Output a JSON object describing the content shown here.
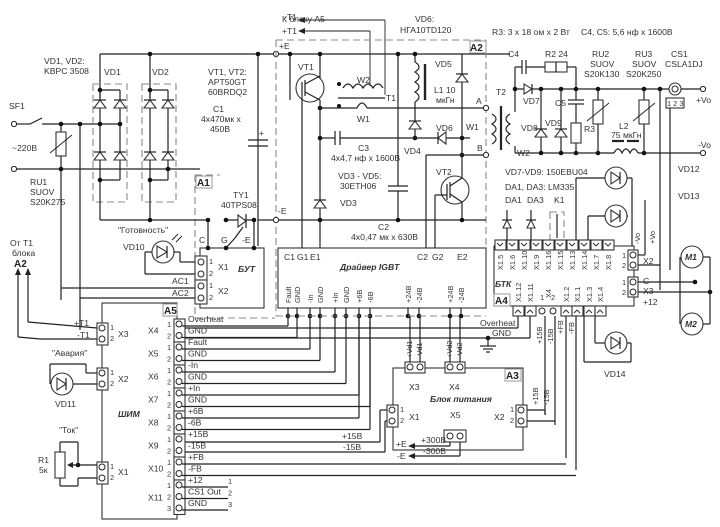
{
  "title": "Welding inverter power circuit schematic",
  "top_refs": {
    "to_block": "К блоку А5",
    "t1_minus": "-T1",
    "t1_plus": "+T1",
    "plus_e": "+E",
    "minus_e": "-E",
    "vd6_note": "VD6:",
    "vd6_part": "НГА10ТD120",
    "r3_note": "R3: 3 х 18 ом х 2 Вт",
    "c4c5_note": "C4, C5: 5,6 нф х 1600В"
  },
  "input": {
    "sf1": "SF1",
    "mains": "~220В",
    "ru1": [
      "RU1",
      "SUOV",
      "S20K275"
    ],
    "vd1vd2_note": [
      "VD1, VD2:",
      "KBPC 3508"
    ],
    "vd1": "VD1",
    "vd2": "VD2",
    "vt_note": [
      "VT1, VT2:",
      "APT50GT",
      "60BRDQ2"
    ],
    "c1": [
      "C1",
      "4х470мк х",
      "450В"
    ],
    "from_t1": [
      "От Т1",
      "блока",
      "А2"
    ]
  },
  "a1": {
    "label": "A1",
    "ty1": [
      "TY1",
      "40TPS08"
    ],
    "pins_top": [
      "C",
      "G",
      "-E"
    ],
    "name": "БУТ",
    "x1": "X1",
    "x2": "X2",
    "ac1": "AC1",
    "ac2": "AC2",
    "led_caption": "\"Готовность\"",
    "vd10": "VD10"
  },
  "a2": {
    "label": "A2",
    "vt1": "VT1",
    "vt2": "VT2",
    "w1": "W1",
    "w2": "W2",
    "t1": "T1",
    "vd5": "VD5",
    "vd4": "VD4",
    "vd6": "VD6",
    "vd3": "VD3",
    "l1": [
      "L1 10",
      "мкГн"
    ],
    "c3": [
      "C3",
      "4х4,7 нф х 1600В"
    ],
    "vd3_5_note": [
      "VD3 - VD5:",
      "30ETH06"
    ],
    "c2": [
      "C2",
      "4х0,47 мк х 630В"
    ],
    "node_a": "A",
    "node_b": "B",
    "driver_name": "Драйвер IGBT",
    "driver_top_pins": [
      "C1",
      "G1",
      "E1",
      "C2",
      "G2",
      "E2"
    ],
    "driver_bottom_pins": [
      "Fault",
      "GND",
      "-In",
      "GND",
      "+In",
      "GND",
      "+6B",
      "-6B",
      "+24B",
      "-24B",
      "+24B",
      "-24B"
    ]
  },
  "output": {
    "t2": "T2",
    "w1": "W1",
    "w2": "W2",
    "c4": "C4",
    "r2": "R2 24",
    "c5": "C5",
    "r3": "R3",
    "vd7": "VD7",
    "vd8": "VD8",
    "vd9": "VD9",
    "ru2": [
      "RU2",
      "SUOV",
      "S20K130"
    ],
    "ru3": [
      "RU3",
      "SUOV",
      "S20K250"
    ],
    "cs1": [
      "CS1",
      "CSLA1DJ"
    ],
    "cs1_pins": "1 2 3",
    "l2": [
      "L2",
      "75 мкГн"
    ],
    "plus_vo": "+Vo",
    "minus_vo": "-Vo",
    "vd7_9_note": "VD7-VD9: 150EBU04",
    "da_note": "DA1, DA3: LM335",
    "da1": "DA1",
    "da3": "DA3",
    "k1": "K1",
    "vd12": "VD12",
    "vd13": "VD13",
    "vd14": "VD14",
    "m1": "M1",
    "m2": "M2"
  },
  "a4": {
    "label": "A4",
    "name": "БТК",
    "top_pins": [
      "X1.5",
      "X1.6",
      "X1.10",
      "X1.9",
      "X1.16",
      "X1.15",
      "X1.13",
      "X1.14",
      "X1.7",
      "X1.8"
    ],
    "bottom_pins": [
      "X1.12",
      "X1.11",
      "1",
      "X4",
      "2",
      "X1.2",
      "X1.1",
      "X1.3",
      "X1.4"
    ],
    "x2": "X2",
    "x3": "X3",
    "x2_labels": [
      "-Vo",
      "+Vo"
    ],
    "x3_labels": [
      "C",
      "+12"
    ],
    "overheat": "Overheat",
    "gnd": "GND",
    "vert_labels": [
      "+15B",
      "-15B",
      "+FB",
      "-FB"
    ]
  },
  "a3": {
    "label": "A3",
    "name": "Блок питания",
    "x1": "X1",
    "x2": "X2",
    "x3": "X3",
    "x4": "X4",
    "x5": "X5",
    "x3_labels": [
      "+Vd1",
      "-Vd1"
    ],
    "x4_labels": [
      "+Vd2",
      "-Vd2"
    ],
    "x2_labels": [
      "+15B",
      "-15B"
    ],
    "p15": "+15B",
    "m15": "-15B",
    "pe": "+E",
    "me": "-E",
    "p300": "+300B",
    "m300": "-300B"
  },
  "a5": {
    "label": "A5",
    "name": "ШИМ",
    "x3": "X3",
    "x2": "X2",
    "x1": "X1",
    "x3_labels": [
      "+T1",
      "-T1"
    ],
    "led_caption": "\"Авария\"",
    "vd11": "VD11",
    "pot_caption": "\"Ток\"",
    "r1": [
      "R1",
      "5к"
    ],
    "connectors": [
      {
        "name": "X4",
        "pins": [
          "Overheat",
          "GND"
        ]
      },
      {
        "name": "X5",
        "pins": [
          "Fault",
          "GND"
        ]
      },
      {
        "name": "X6",
        "pins": [
          "-In",
          "GND"
        ]
      },
      {
        "name": "X7",
        "pins": [
          "+In",
          "GND"
        ]
      },
      {
        "name": "X8",
        "pins": [
          "+6B",
          "-6B"
        ]
      },
      {
        "name": "X9",
        "pins": [
          "+15B",
          "-15B"
        ]
      },
      {
        "name": "X10",
        "pins": [
          "+FB",
          "-FB"
        ]
      },
      {
        "name": "X11",
        "pins": [
          "+12",
          "CS1 Out",
          "GND"
        ]
      }
    ]
  }
}
